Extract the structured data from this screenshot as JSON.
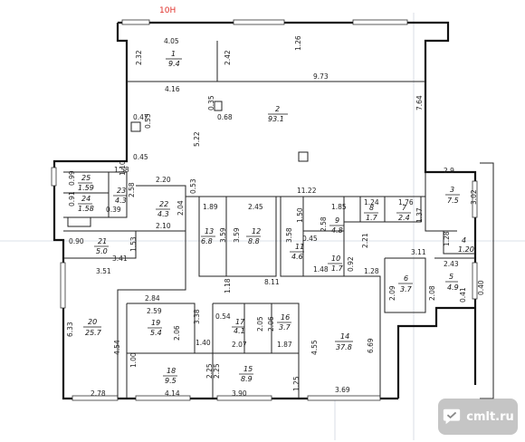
{
  "plan_title": "10Н",
  "rooms": [
    {
      "id": "room-1",
      "num": "1",
      "area": "9.4"
    },
    {
      "id": "room-2",
      "num": "2",
      "area": "93.1"
    },
    {
      "id": "room-3",
      "num": "3",
      "area": "7.5"
    },
    {
      "id": "room-4",
      "num": "4",
      "area": "1.20"
    },
    {
      "id": "room-5",
      "num": "5",
      "area": "4.9"
    },
    {
      "id": "room-6",
      "num": "6",
      "area": "3.7"
    },
    {
      "id": "room-7",
      "num": "7",
      "area": "2.4"
    },
    {
      "id": "room-8",
      "num": "8",
      "area": "1.7"
    },
    {
      "id": "room-9",
      "num": "9",
      "area": "4.8"
    },
    {
      "id": "room-10",
      "num": "10",
      "area": "1.7"
    },
    {
      "id": "room-11",
      "num": "11",
      "area": "4.6"
    },
    {
      "id": "room-12",
      "num": "12",
      "area": "8.8"
    },
    {
      "id": "room-13",
      "num": "13",
      "area": "6.8"
    },
    {
      "id": "room-14",
      "num": "14",
      "area": "37.8"
    },
    {
      "id": "room-15",
      "num": "15",
      "area": "8.9"
    },
    {
      "id": "room-16",
      "num": "16",
      "area": "3.7"
    },
    {
      "id": "room-17",
      "num": "17",
      "area": "4.1"
    },
    {
      "id": "room-18",
      "num": "18",
      "area": "9.5"
    },
    {
      "id": "room-19",
      "num": "19",
      "area": "5.4"
    },
    {
      "id": "room-20",
      "num": "20",
      "area": "25.7"
    },
    {
      "id": "room-21",
      "num": "21",
      "area": "5.0"
    },
    {
      "id": "room-22",
      "num": "22",
      "area": "4.3"
    },
    {
      "id": "room-23",
      "num": "23",
      "area": "4.3"
    },
    {
      "id": "room-24",
      "num": "24",
      "area": "1.58"
    },
    {
      "id": "room-25",
      "num": "25",
      "area": "1.59"
    }
  ],
  "dimensions": [
    "4.05",
    "2.32",
    "2.42",
    "1.26",
    "9.73",
    "4.16",
    "0.35",
    "0.68",
    "0.47",
    "0.55",
    "7.64",
    "5.22",
    "0.45",
    "1.10",
    "1.58",
    "2.20",
    "0.53",
    "11.22",
    "2.9",
    "3.02",
    "0.99",
    "0.91",
    "2.58",
    "0.39",
    "1.89",
    "2.45",
    "1.85",
    "1.24",
    "1.76",
    "1.50",
    "2.58",
    "1.37",
    "2.04",
    "2.10",
    "3.59",
    "3.59",
    "3.58",
    "0.45",
    "2.21",
    "3.11",
    "1.28",
    "1.53",
    "0.90",
    "3.41",
    "3.51",
    "8.11",
    "1.48",
    "0.92",
    "1.28",
    "2.43",
    "2.09",
    "2.08",
    "0.41",
    "0.40",
    "2.84",
    "1.18",
    "2.59",
    "3.38",
    "0.54",
    "2.05",
    "2.06",
    "6.33",
    "4.54",
    "2.06",
    "1.40",
    "2.07",
    "1.87",
    "4.55",
    "6.69",
    "1.00",
    "2.25",
    "2.25",
    "1.25",
    "2.78",
    "4.14",
    "3.90",
    "3.69"
  ],
  "watermark": {
    "text": "cmlt.ru",
    "icon": "chat-bubble-check-icon"
  }
}
